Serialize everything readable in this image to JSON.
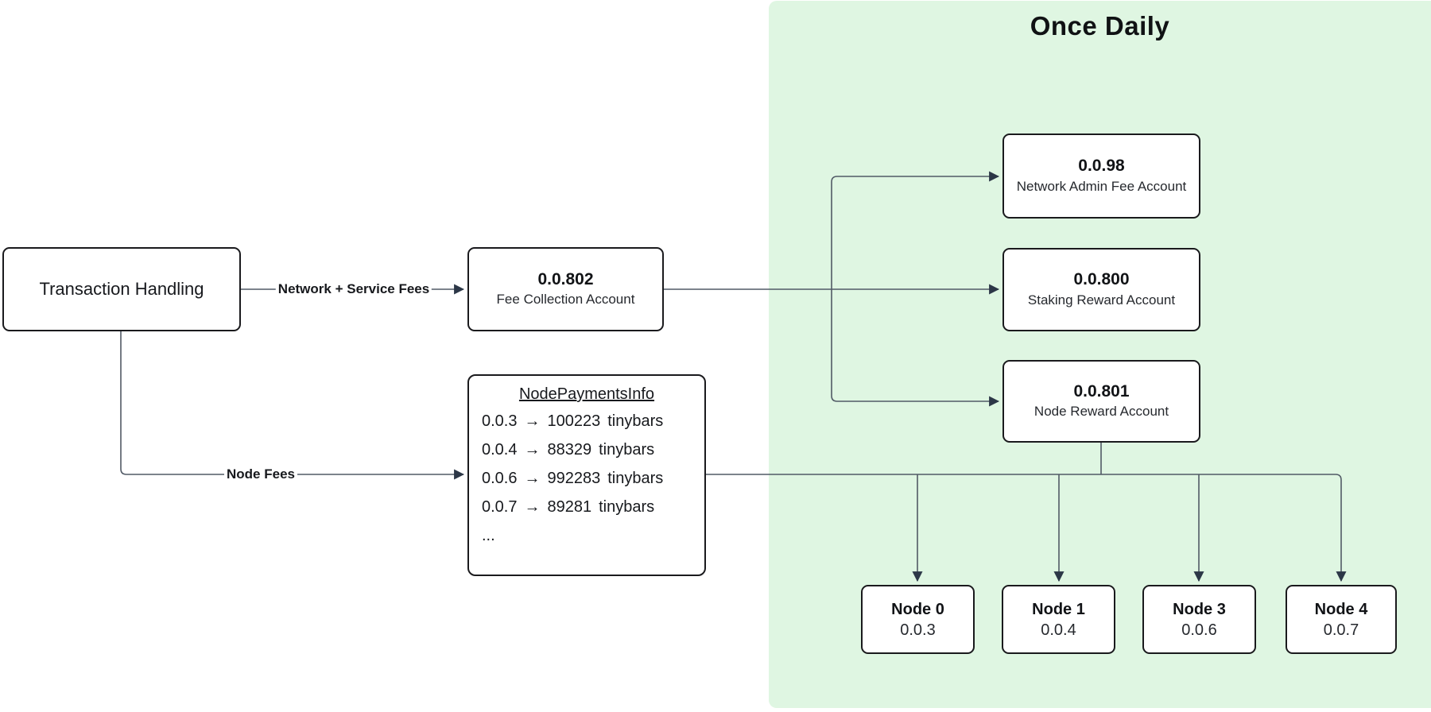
{
  "panel": {
    "title": "Once Daily",
    "background": "#dff6e2"
  },
  "colors": {
    "connector": "#515a66",
    "arrowhead": "#2c3747",
    "box_border": "#1a1a1d"
  },
  "nodes": {
    "transaction_handling": {
      "title": "Transaction Handling"
    },
    "fee_collection": {
      "id": "0.0.802",
      "label": "Fee Collection Account"
    },
    "network_admin": {
      "id": "0.0.98",
      "label": "Network Admin Fee Account"
    },
    "staking_reward": {
      "id": "0.0.800",
      "label": "Staking Reward Account"
    },
    "node_reward": {
      "id": "0.0.801",
      "label": "Node Reward Account"
    },
    "node0": {
      "title": "Node 0",
      "id": "0.0.3"
    },
    "node1": {
      "title": "Node 1",
      "id": "0.0.4"
    },
    "node3": {
      "title": "Node 3",
      "id": "0.0.6"
    },
    "node4": {
      "title": "Node 4",
      "id": "0.0.7"
    }
  },
  "edges": {
    "network_service_fees_label": "Network + Service Fees",
    "node_fees_label": "Node Fees"
  },
  "payments_table": {
    "title": "NodePaymentsInfo",
    "arrow_glyph": "→",
    "rows": [
      {
        "account": "0.0.3",
        "amount": "100223",
        "unit": "tinybars"
      },
      {
        "account": "0.0.4",
        "amount": "88329",
        "unit": "tinybars"
      },
      {
        "account": "0.0.6",
        "amount": "992283",
        "unit": "tinybars"
      },
      {
        "account": "0.0.7",
        "amount": "89281",
        "unit": "tinybars"
      }
    ],
    "ellipsis": "..."
  }
}
